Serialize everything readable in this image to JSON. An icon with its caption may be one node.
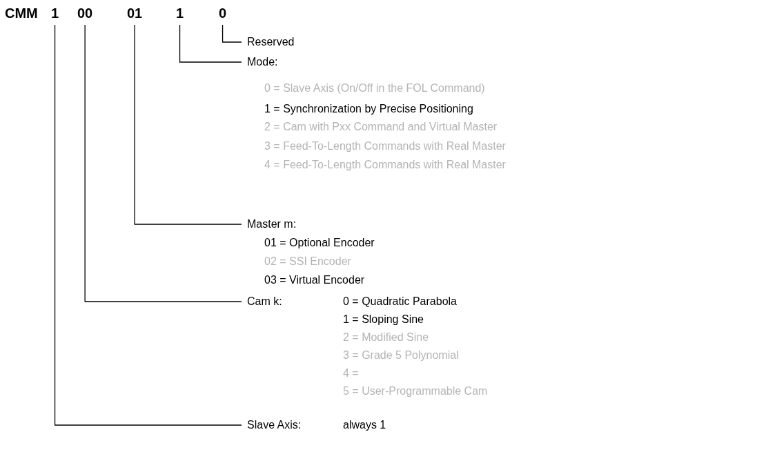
{
  "diagram": {
    "nodes": [
      {
        "text": [
          "1"
        ]
      },
      {
        "text": [
          "00"
        ]
      },
      {
        "text": [
          "01"
        ]
      },
      {
        "text": [
          "1"
        ]
      },
      {
        "text": [
          "0"
        ]
      },
      {
        "text": [
          "Reserved"
        ]
      },
      {
        "text": [
          "Mode:"
        ]
      },
      {
        "text": [
          "Master m:"
        ]
      },
      {
        "text": [
          "Cam k:"
        ]
      },
      {
        "text": [
          "Slave Axis:"
        ],
        "beside": [
          "always 1"
        ]
      }
    ],
    "edges": [
      {
        "from": 4,
        "to": 5,
        "arrow": "none"
      },
      {
        "from": 3,
        "to": 6,
        "arrow": "none"
      },
      {
        "from": 2,
        "to": 7,
        "arrow": "none"
      },
      {
        "from": 1,
        "to": 8,
        "arrow": "none"
      },
      {
        "from": 0,
        "to": 9,
        "arrow": "none"
      }
    ],
    "labels": [
      "CMM",
      "0 = Slave Axis (On/Off in the FOL Command)",
      "1 = Synchronization by Precise Positioning",
      "2 = Cam with Pxx Command and Virtual Master",
      "3 = Feed-To-Length Commands with Real Master",
      "4 = Feed-To-Length Commands with Real Master",
      "01 = Optional Encoder",
      "02 = SSI Encoder",
      "03 = Virtual Encoder",
      "0 = Quadratic Parabola",
      "1 = Sloping Sine",
      "2 = Modified Sine",
      "3 = Grade 5 Polynomial",
      "4 =",
      "5 = User-Programmable Cam"
    ]
  }
}
